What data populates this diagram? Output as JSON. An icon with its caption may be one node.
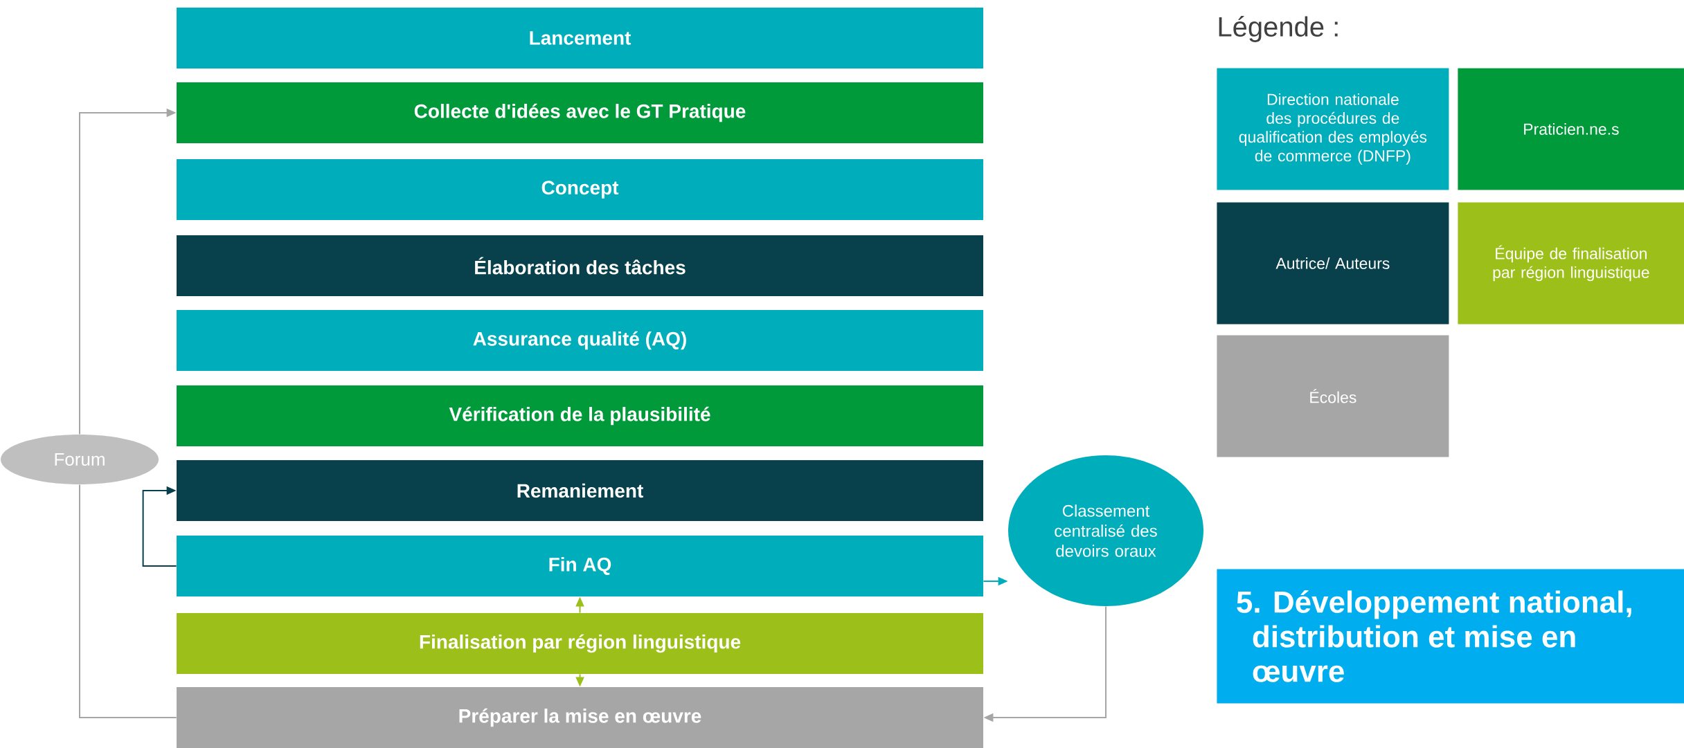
{
  "diagram": {
    "title": "5. Développement national, distribution et mise en œuvre",
    "nodes": [
      {
        "text": [
          "Lancement"
        ]
      },
      {
        "text": [
          "Collecte d'idées avec le GT Pratique"
        ]
      },
      {
        "text": [
          "Concept"
        ]
      },
      {
        "text": [
          "Élaboration des tâches"
        ]
      },
      {
        "text": [
          "Assurance qualité (AQ)"
        ]
      },
      {
        "text": [
          "Vérification de la plausibilité"
        ]
      },
      {
        "text": [
          "Remaniement"
        ]
      },
      {
        "text": [
          "Fin AQ"
        ]
      },
      {
        "text": [
          "Finalisation par région linguistique"
        ]
      },
      {
        "text": [
          "Préparer la mise en œuvre"
        ]
      },
      {
        "text": [
          "Forum"
        ]
      },
      {
        "text": [
          "Classement centralisé des devoirs oraux"
        ]
      }
    ],
    "edges": [
      {
        "from": 10,
        "to": 1,
        "arrow": "to"
      },
      {
        "from": 9,
        "to": 10,
        "arrow": "none"
      },
      {
        "from": 7,
        "to": 6,
        "arrow": "to",
        "color": "#08404b"
      },
      {
        "from": 8,
        "to": 7,
        "arrow": "to",
        "color": "#9dbf1a"
      },
      {
        "from": 8,
        "to": 9,
        "arrow": "to",
        "color": "#9dbf1a"
      },
      {
        "from": 7,
        "to": 11,
        "arrow": "to",
        "color": "#00adbb"
      },
      {
        "from": 11,
        "to": 9,
        "arrow": "to"
      }
    ],
    "labels": [
      "Légende :"
    ],
    "legend": [
      {
        "text": "Direction nationale des procédures de qualification des employés de commerce (DNFP)",
        "color": "#00adbb"
      },
      {
        "text": "Praticien.ne.s",
        "color": "#009a3b"
      },
      {
        "text": "Autrice/ Auteurs",
        "color": "#08404b"
      },
      {
        "text": "Équipe de finalisation par région linguistique",
        "color": "#9dbf1a"
      },
      {
        "text": "Écoles",
        "color": "#a6a6a6"
      }
    ]
  }
}
